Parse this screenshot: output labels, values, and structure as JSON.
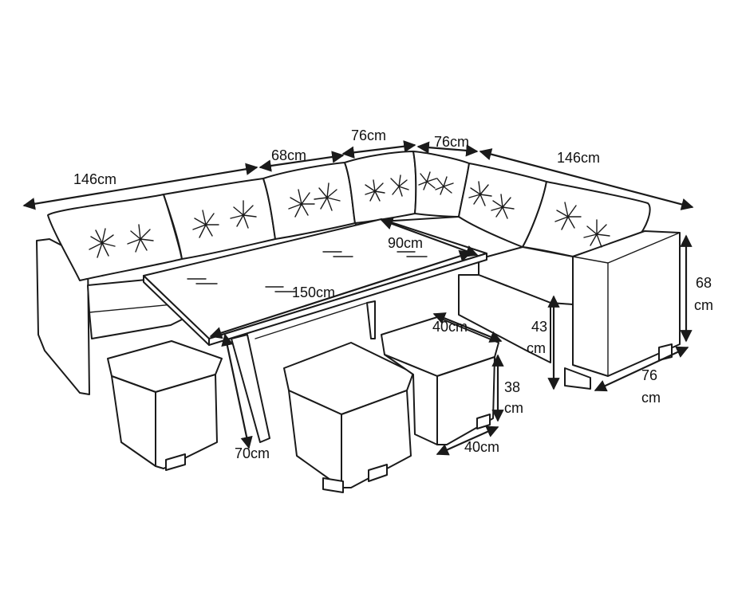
{
  "colors": {
    "stroke": "#1a1a1a",
    "background": "#ffffff"
  },
  "dimensions": {
    "sofa_left_length": "146cm",
    "sofa_middle_seat_a": "68cm",
    "corner_seat_a": "76cm",
    "corner_seat_b": "76cm",
    "sofa_right_length": "146cm",
    "table_width": "90cm",
    "table_length": "150cm",
    "table_height": "70cm",
    "seat_height_value": "43",
    "seat_height_unit": "cm",
    "backrest_height_value": "68",
    "backrest_height_unit": "cm",
    "sofa_depth_value": "76",
    "sofa_depth_unit": "cm",
    "stool_top_width": "40cm",
    "stool_height_value": "38",
    "stool_height_unit": "cm",
    "stool_depth": "40cm"
  }
}
